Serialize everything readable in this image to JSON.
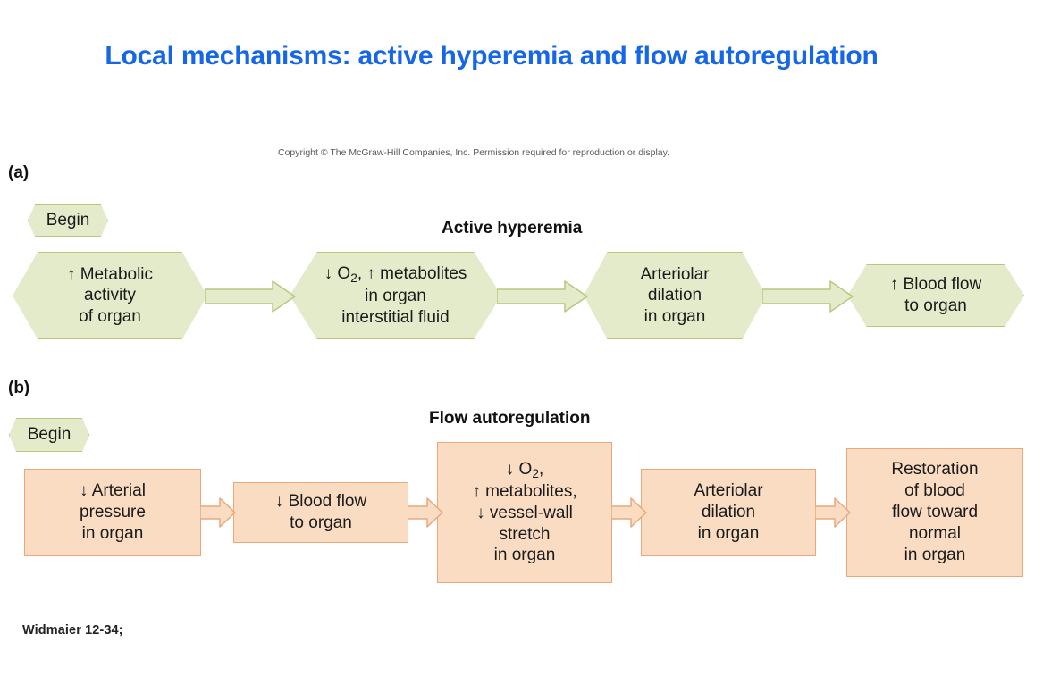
{
  "slide": {
    "title": "Local mechanisms: active hyperemia and flow autoregulation",
    "copyright": "Copyright © The McGraw-Hill Companies, Inc. Permission required for reproduction or display.",
    "footer_credit": "Widmaier 12-34;",
    "title_color": "#1667e8",
    "background_color": "#ffffff"
  },
  "panel_a": {
    "label": "(a)",
    "heading": "Active hyperemia",
    "begin_label": "Begin",
    "shape": "hexagon",
    "fill_color": "#e4ebcb",
    "border_color": "#b9c77f",
    "steps": [
      {
        "lines": [
          "↑ Metabolic",
          "activity",
          "of organ"
        ]
      },
      {
        "lines": [
          "↓ O2, ↑ metabolites",
          "in organ",
          "interstitial fluid"
        ]
      },
      {
        "lines": [
          "Arteriolar",
          "dilation",
          "in organ"
        ]
      },
      {
        "lines": [
          "↑ Blood flow",
          "to organ"
        ]
      }
    ]
  },
  "panel_b": {
    "label": "(b)",
    "heading": "Flow autoregulation",
    "begin_label": "Begin",
    "shape": "rectangle",
    "fill_color": "#fadcc3",
    "border_color": "#e8a87c",
    "steps": [
      {
        "lines": [
          "↓ Arterial",
          "pressure",
          "in organ"
        ]
      },
      {
        "lines": [
          "↓ Blood flow",
          "to organ"
        ]
      },
      {
        "lines": [
          "↓ O2,",
          "↑ metabolites,",
          "↓ vessel-wall",
          "stretch",
          "in organ"
        ]
      },
      {
        "lines": [
          "Arteriolar",
          "dilation",
          "in organ"
        ]
      },
      {
        "lines": [
          "Restoration",
          "of blood",
          "flow toward",
          "normal",
          "in organ"
        ]
      }
    ]
  }
}
